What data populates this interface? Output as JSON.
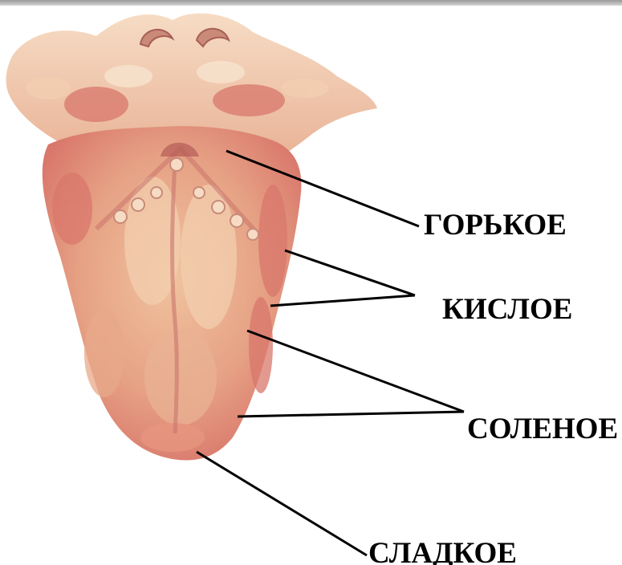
{
  "labels": {
    "bitter": "ГОРЬКОЕ",
    "sour": "КИСЛОЕ",
    "salty": "СОЛЕНОЕ",
    "sweet": "СЛАДКОЕ"
  },
  "colors": {
    "tongue_base": "#e8a98a",
    "tongue_dark": "#d9776c",
    "tongue_light": "#f3cfb0",
    "tongue_pale": "#f8e6d0",
    "leader_line": "#000000"
  }
}
